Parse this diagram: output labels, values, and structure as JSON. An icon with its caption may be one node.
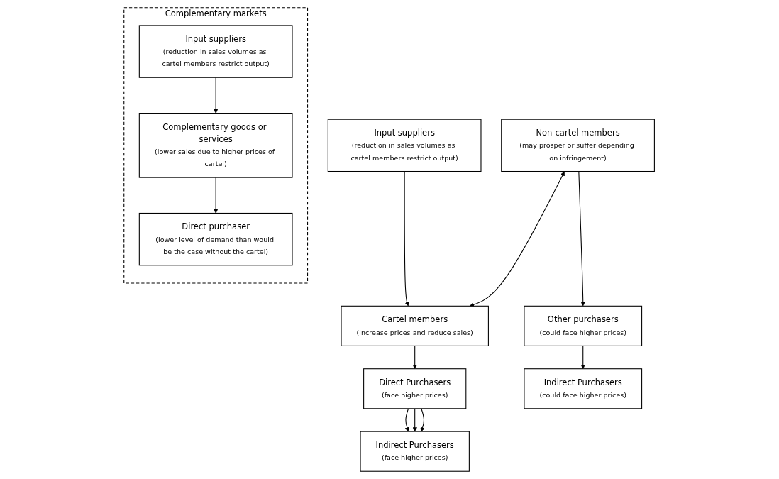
{
  "diagram": {
    "nodes": [
      {
        "text": [
          "Input suppliers",
          "(reduction in sales volumes as cartel members restrict output)"
        ]
      },
      {
        "text": [
          "Non-cartel members",
          "(may prosper or suffer depending on infringement)"
        ]
      },
      {
        "text": [
          "Cartel members",
          "(increase prices and reduce sales)"
        ]
      },
      {
        "text": [
          "Other purchasers",
          "(could face higher prices)"
        ]
      },
      {
        "text": [
          "Direct Purchasers",
          "(face higher prices)"
        ]
      },
      {
        "text": [
          "Indirect Purchasers",
          "(could face higher prices)"
        ]
      },
      {
        "text": [
          "Indirect Purchasers",
          "(face higher prices)"
        ]
      },
      {
        "text": [
          "Complementary markets"
        ]
      },
      {
        "text": [
          "Input suppliers",
          "(reduction in sales volumes as cartel members restrict output)"
        ],
        "in": 7
      },
      {
        "text": [
          "Complementary goods or services",
          "(lower sales due to higher prices of cartel)"
        ],
        "in": 7
      },
      {
        "text": [
          "Direct purchaser",
          "(lower level of demand than would be the case without the cartel)"
        ],
        "in": 7
      }
    ],
    "edges": [
      {
        "from": 0,
        "to": 2,
        "arrow": "to"
      },
      {
        "from": 1,
        "to": 2,
        "arrow": "both"
      },
      {
        "from": 1,
        "to": 3,
        "arrow": "to"
      },
      {
        "from": 2,
        "to": 4,
        "arrow": "to"
      },
      {
        "from": 3,
        "to": 5,
        "arrow": "to"
      },
      {
        "from": 4,
        "to": 6,
        "arrow": "to"
      },
      {
        "from": 4,
        "to": 6,
        "arrow": "to"
      },
      {
        "from": 4,
        "to": 6,
        "arrow": "to"
      },
      {
        "from": 8,
        "to": 9,
        "arrow": "to"
      },
      {
        "from": 9,
        "to": 10,
        "arrow": "to"
      }
    ]
  }
}
